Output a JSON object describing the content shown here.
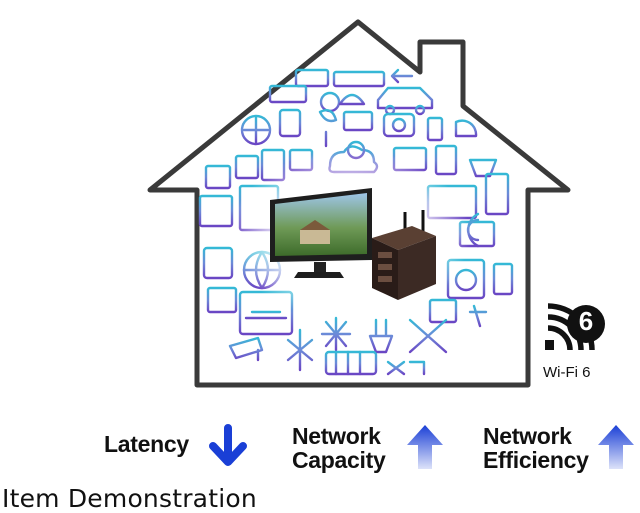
{
  "badge": {
    "number": "6",
    "label": "Wi-Fi 6"
  },
  "metrics": [
    {
      "line1": "Latency",
      "line2": "",
      "direction": "down"
    },
    {
      "line1": "Network",
      "line2": "Capacity",
      "direction": "up"
    },
    {
      "line1": "Network",
      "line2": "Efficiency",
      "direction": "up"
    }
  ],
  "caption": "Item Demonstration",
  "colors": {
    "arrow": "#1a3fd6",
    "outline": "#3a3a3a",
    "icon_cyan": "#3bb3d8",
    "icon_violet": "#6a4fc8"
  }
}
